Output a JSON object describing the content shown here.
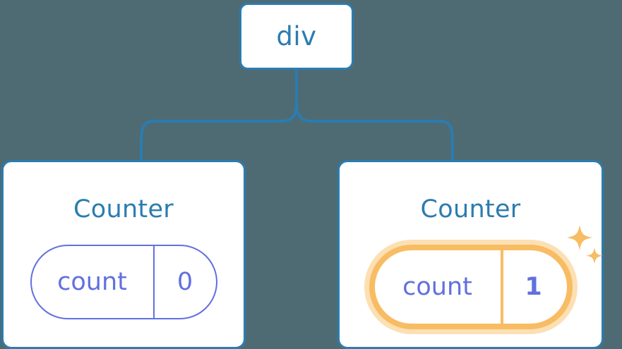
{
  "diagram": {
    "type": "component-tree",
    "background_color": "#4e6b74",
    "line_color": "#2b7cb0",
    "accent_color": "#6170e0",
    "highlight_color": "#f8bc63",
    "highlight_glow_color": "#fce0b4",
    "root": {
      "label": "div"
    },
    "children": [
      {
        "title": "Counter",
        "state": {
          "key": "count",
          "value": "0",
          "highlighted": false
        }
      },
      {
        "title": "Counter",
        "state": {
          "key": "count",
          "value": "1",
          "highlighted": true
        }
      }
    ],
    "icons": {
      "sparkle_large": "sparkle-icon",
      "sparkle_small": "sparkle-icon"
    }
  }
}
